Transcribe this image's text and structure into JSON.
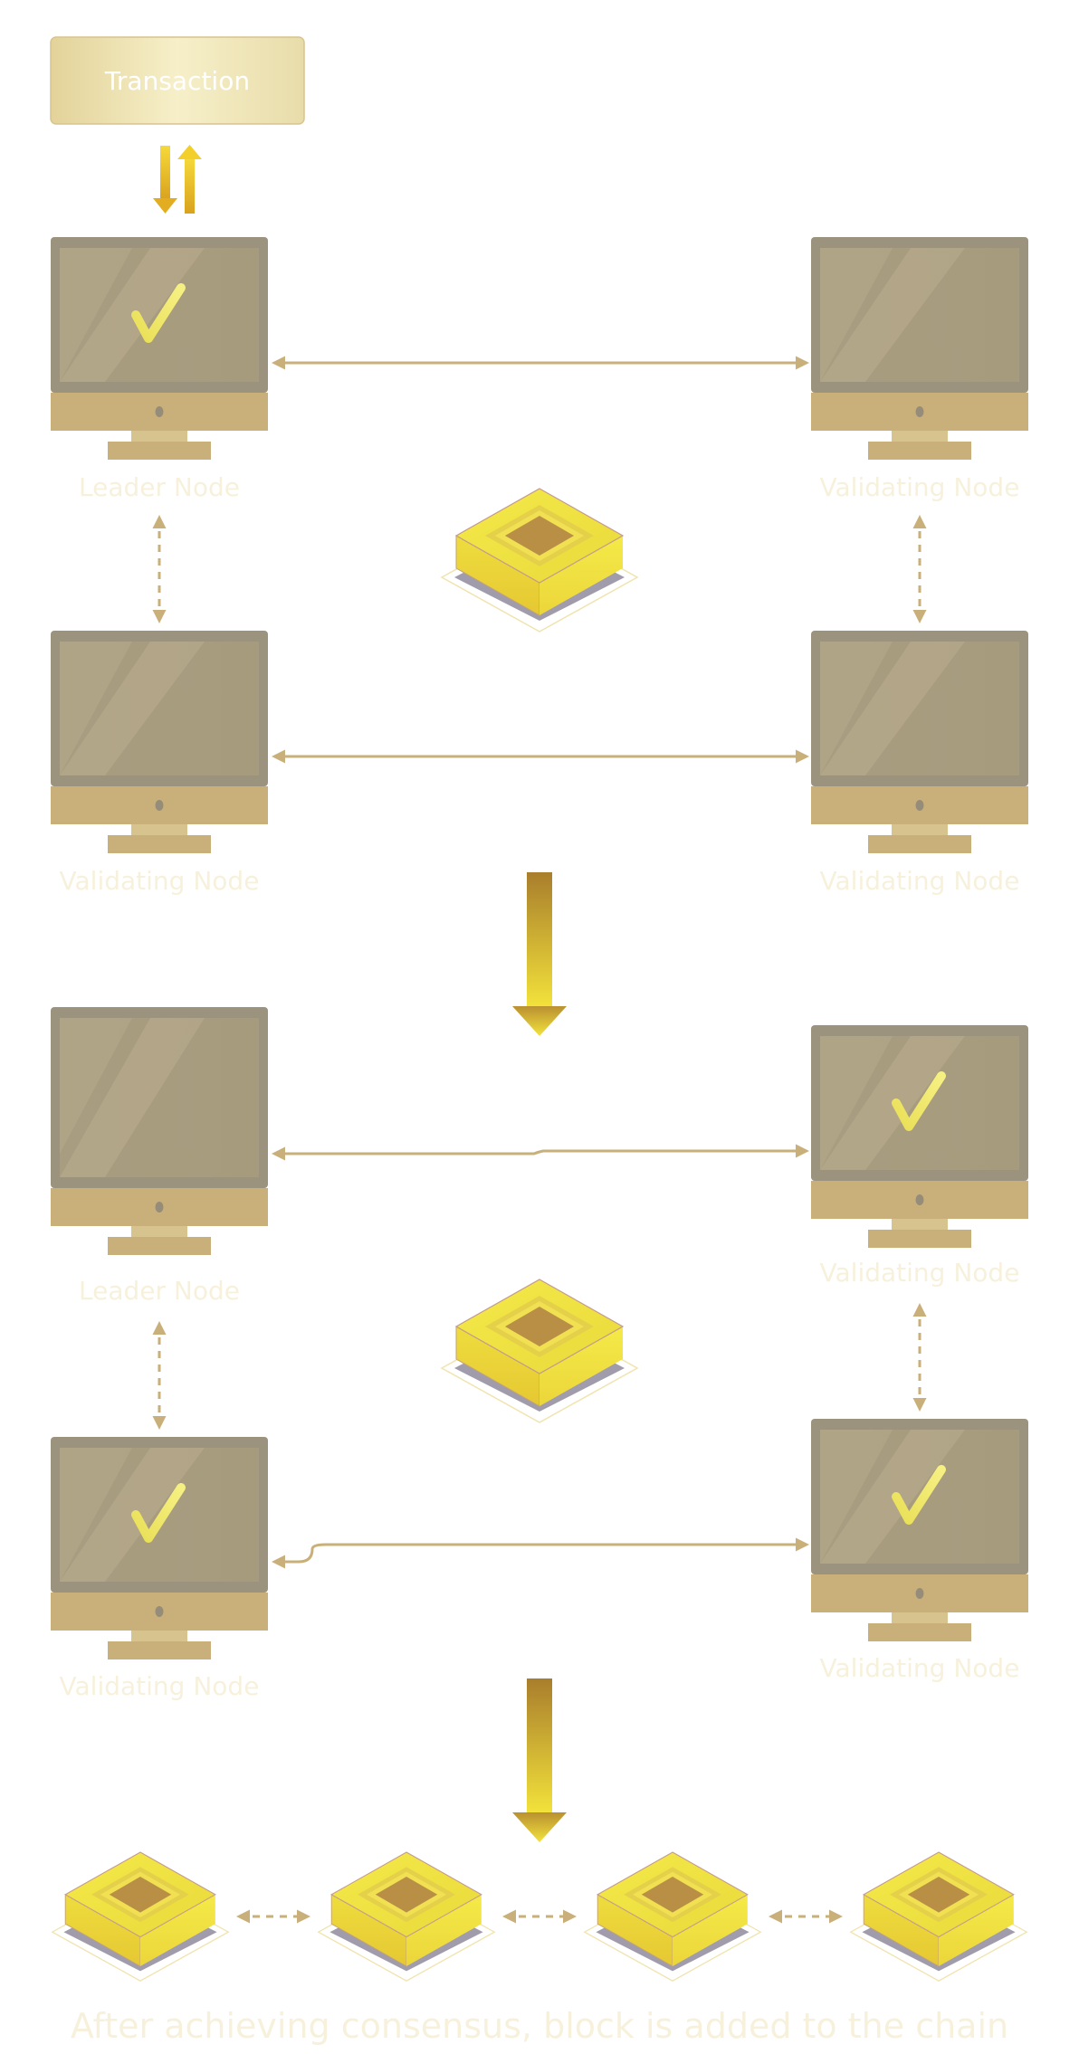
{
  "transaction": {
    "label": "Transaction"
  },
  "stage1": {
    "nodes": [
      {
        "id": "leader",
        "label": "Leader Node",
        "validated": true
      },
      {
        "id": "validating-1",
        "label": "Validating Node",
        "validated": false
      },
      {
        "id": "validating-2",
        "label": "Validating Node",
        "validated": false
      },
      {
        "id": "validating-3",
        "label": "Validating Node",
        "validated": false
      }
    ]
  },
  "stage2": {
    "nodes": [
      {
        "id": "leader",
        "label": "Leader Node",
        "validated": false
      },
      {
        "id": "validating-1",
        "label": "Validating Node",
        "validated": true
      },
      {
        "id": "validating-2",
        "label": "Validating Node",
        "validated": true
      },
      {
        "id": "validating-3",
        "label": "Validating Node",
        "validated": true
      }
    ]
  },
  "chain": {
    "block_count": 4
  },
  "caption": "After achieving consensus, block is added to the chain",
  "colors": {
    "gold": "#c9b07a",
    "screen": "#aa9f82",
    "yellow": "#f1e53c",
    "label": "#f7f1dc"
  }
}
